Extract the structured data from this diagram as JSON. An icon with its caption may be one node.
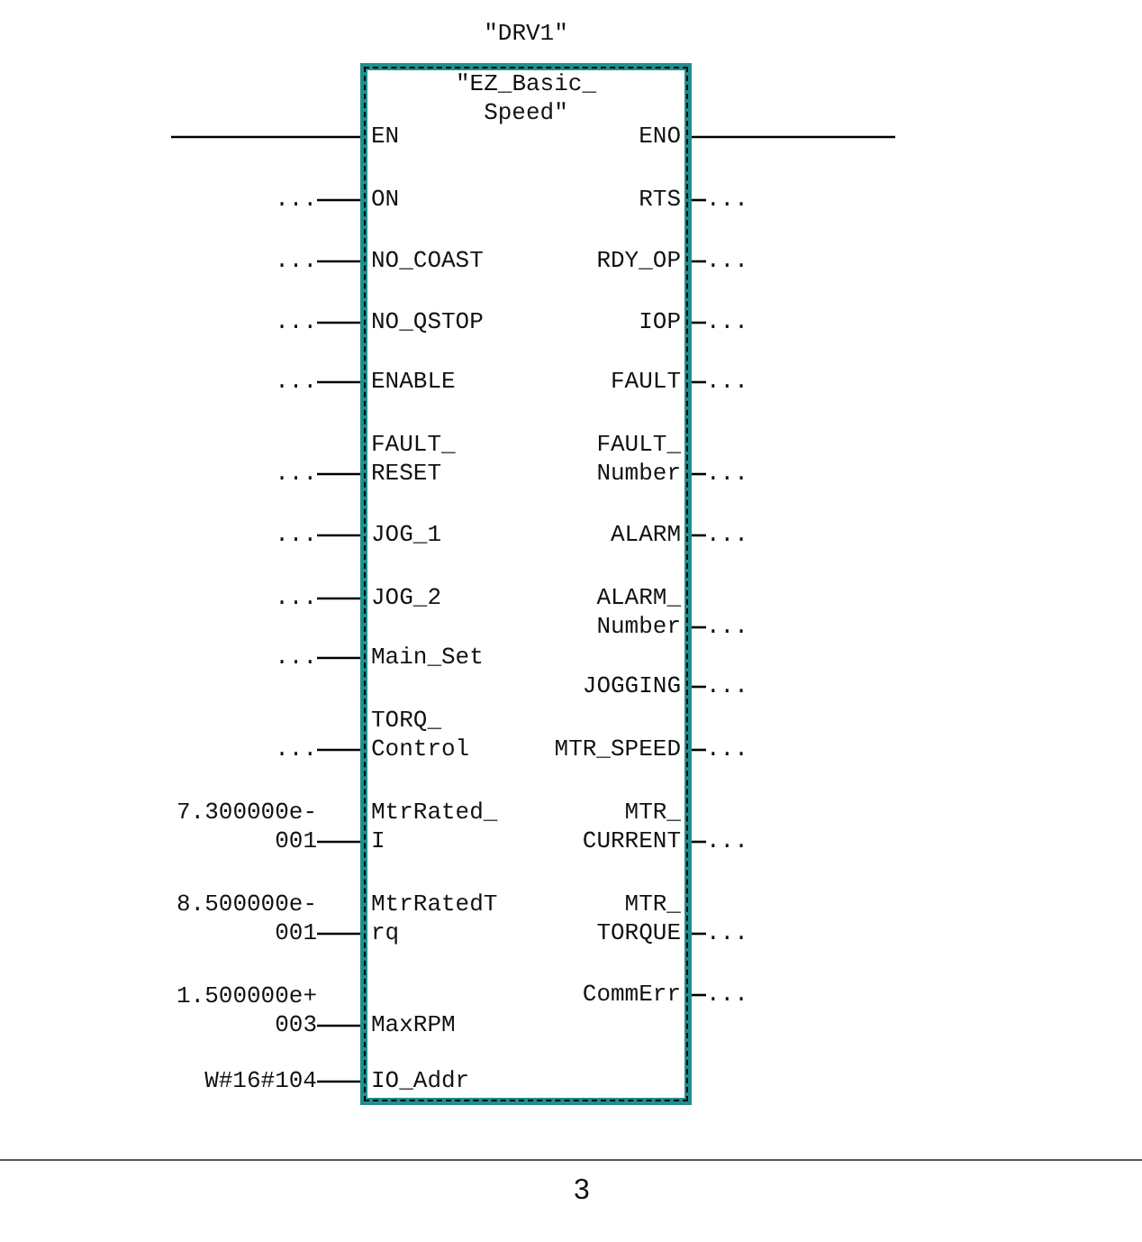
{
  "diagram": {
    "nodes": [
      {
        "text": [
          "\"EZ_Basic_ Speed\""
        ],
        "beside": [
          "\"DRV1\""
        ]
      },
      {
        "text": [
          "EN"
        ],
        "in": 0
      },
      {
        "text": [
          "ON"
        ],
        "in": 0
      },
      {
        "text": [
          "NO_COAST"
        ],
        "in": 0
      },
      {
        "text": [
          "NO_QSTOP"
        ],
        "in": 0
      },
      {
        "text": [
          "ENABLE"
        ],
        "in": 0
      },
      {
        "text": [
          "FAULT_ RESET"
        ],
        "in": 0
      },
      {
        "text": [
          "JOG_1"
        ],
        "in": 0
      },
      {
        "text": [
          "JOG_2"
        ],
        "in": 0
      },
      {
        "text": [
          "Main_Set"
        ],
        "in": 0
      },
      {
        "text": [
          "TORQ_ Control"
        ],
        "in": 0
      },
      {
        "text": [
          "MtrRated_ I"
        ],
        "in": 0
      },
      {
        "text": [
          "MtrRatedT rq"
        ],
        "in": 0
      },
      {
        "text": [
          "MaxRPM"
        ],
        "in": 0
      },
      {
        "text": [
          "IO_Addr"
        ],
        "in": 0
      },
      {
        "text": [
          "ENO"
        ],
        "in": 0
      },
      {
        "text": [
          "RTS"
        ],
        "in": 0
      },
      {
        "text": [
          "RDY_OP"
        ],
        "in": 0
      },
      {
        "text": [
          "IOP"
        ],
        "in": 0
      },
      {
        "text": [
          "FAULT"
        ],
        "in": 0
      },
      {
        "text": [
          "FAULT_ Number"
        ],
        "in": 0
      },
      {
        "text": [
          "ALARM"
        ],
        "in": 0
      },
      {
        "text": [
          "ALARM_ Number"
        ],
        "in": 0
      },
      {
        "text": [
          "JOGGING"
        ],
        "in": 0
      },
      {
        "text": [
          "MTR_SPEED"
        ],
        "in": 0
      },
      {
        "text": [
          "MTR_ CURRENT"
        ],
        "in": 0
      },
      {
        "text": [
          "MTR_ TORQUE"
        ],
        "in": 0
      },
      {
        "text": [
          "CommErr"
        ],
        "in": 0
      },
      {
        "text": [
          "..."
        ]
      },
      {
        "text": [
          "..."
        ]
      },
      {
        "text": [
          "..."
        ]
      },
      {
        "text": [
          "..."
        ]
      },
      {
        "text": [
          "..."
        ]
      },
      {
        "text": [
          "..."
        ]
      },
      {
        "text": [
          "..."
        ]
      },
      {
        "text": [
          "..."
        ]
      },
      {
        "text": [
          "..."
        ]
      },
      {
        "text": [
          "7.300000e- 001"
        ]
      },
      {
        "text": [
          "8.500000e- 001"
        ]
      },
      {
        "text": [
          "1.500000e+ 003"
        ]
      },
      {
        "text": [
          "W#16#104"
        ]
      },
      {
        "text": [
          "..."
        ]
      },
      {
        "text": [
          "..."
        ]
      },
      {
        "text": [
          "..."
        ]
      },
      {
        "text": [
          "..."
        ]
      },
      {
        "text": [
          "..."
        ]
      },
      {
        "text": [
          "..."
        ]
      },
      {
        "text": [
          "..."
        ]
      },
      {
        "text": [
          "..."
        ]
      },
      {
        "text": [
          "..."
        ]
      },
      {
        "text": [
          "..."
        ]
      },
      {
        "text": [
          "..."
        ]
      },
      {
        "text": [
          "..."
        ]
      }
    ],
    "edges": [
      {
        "from": null,
        "to": 1,
        "arrow": "none"
      },
      {
        "from": 28,
        "to": 2,
        "arrow": "none"
      },
      {
        "from": 29,
        "to": 3,
        "arrow": "none"
      },
      {
        "from": 30,
        "to": 4,
        "arrow": "none"
      },
      {
        "from": 31,
        "to": 5,
        "arrow": "none"
      },
      {
        "from": 32,
        "to": 6,
        "arrow": "none"
      },
      {
        "from": 33,
        "to": 7,
        "arrow": "none"
      },
      {
        "from": 34,
        "to": 8,
        "arrow": "none"
      },
      {
        "from": 35,
        "to": 9,
        "arrow": "none"
      },
      {
        "from": 36,
        "to": 10,
        "arrow": "none"
      },
      {
        "from": 37,
        "to": 11,
        "arrow": "none"
      },
      {
        "from": 38,
        "to": 12,
        "arrow": "none"
      },
      {
        "from": 39,
        "to": 13,
        "arrow": "none"
      },
      {
        "from": 40,
        "to": 14,
        "arrow": "none"
      },
      {
        "from": 15,
        "to": null,
        "arrow": "none"
      },
      {
        "from": 16,
        "to": 41,
        "arrow": "none"
      },
      {
        "from": 17,
        "to": 42,
        "arrow": "none"
      },
      {
        "from": 18,
        "to": 43,
        "arrow": "none"
      },
      {
        "from": 19,
        "to": 44,
        "arrow": "none"
      },
      {
        "from": 20,
        "to": 45,
        "arrow": "none"
      },
      {
        "from": 21,
        "to": 46,
        "arrow": "none"
      },
      {
        "from": 22,
        "to": 47,
        "arrow": "none"
      },
      {
        "from": 23,
        "to": 48,
        "arrow": "none"
      },
      {
        "from": 24,
        "to": 49,
        "arrow": "none"
      },
      {
        "from": 25,
        "to": 50,
        "arrow": "none"
      },
      {
        "from": 26,
        "to": 51,
        "arrow": "none"
      },
      {
        "from": 27,
        "to": 52,
        "arrow": "none"
      }
    ],
    "labels": [
      "3"
    ]
  }
}
